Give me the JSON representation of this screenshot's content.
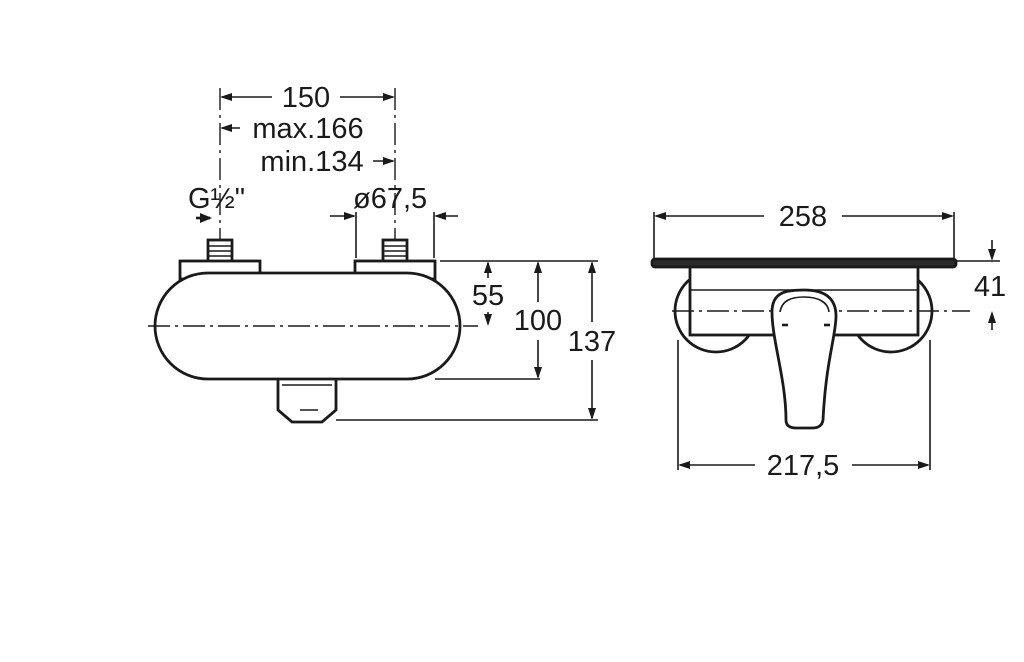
{
  "dimensions": {
    "centers": "150",
    "max": "max.166",
    "min": "min.134",
    "thread": "G½\"",
    "diameter": "ø67,5",
    "h55": "55",
    "h100": "100",
    "h137": "137",
    "width258": "258",
    "depth41": "41",
    "width217": "217,5"
  },
  "colors": {
    "line": "#1a1a1a",
    "background": "#ffffff"
  }
}
